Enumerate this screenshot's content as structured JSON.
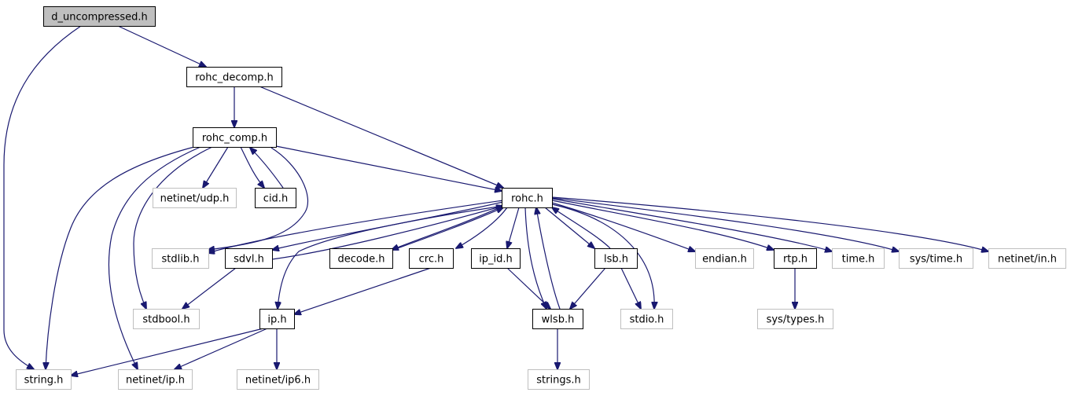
{
  "diagram": {
    "colors": {
      "edge": "#191970",
      "root_fill": "#bfbfbf",
      "node_border": "#000000",
      "external_border": "#bfbfbf",
      "background": "#ffffff"
    },
    "nodes": {
      "d_uncompressed": {
        "label": "d_uncompressed.h",
        "kind": "root"
      },
      "rohc_decomp": {
        "label": "rohc_decomp.h",
        "kind": "local"
      },
      "rohc_comp": {
        "label": "rohc_comp.h",
        "kind": "local"
      },
      "rohc": {
        "label": "rohc.h",
        "kind": "local"
      },
      "netinet_udp": {
        "label": "netinet/udp.h",
        "kind": "external"
      },
      "cid": {
        "label": "cid.h",
        "kind": "local"
      },
      "stdlib": {
        "label": "stdlib.h",
        "kind": "external"
      },
      "sdvl": {
        "label": "sdvl.h",
        "kind": "local"
      },
      "decode": {
        "label": "decode.h",
        "kind": "local"
      },
      "crc": {
        "label": "crc.h",
        "kind": "local"
      },
      "ip_id": {
        "label": "ip_id.h",
        "kind": "local"
      },
      "lsb": {
        "label": "lsb.h",
        "kind": "local"
      },
      "endian": {
        "label": "endian.h",
        "kind": "external"
      },
      "rtp": {
        "label": "rtp.h",
        "kind": "local"
      },
      "time": {
        "label": "time.h",
        "kind": "external"
      },
      "sys_time": {
        "label": "sys/time.h",
        "kind": "external"
      },
      "netinet_in": {
        "label": "netinet/in.h",
        "kind": "external"
      },
      "stdbool": {
        "label": "stdbool.h",
        "kind": "external"
      },
      "ip": {
        "label": "ip.h",
        "kind": "local"
      },
      "wlsb": {
        "label": "wlsb.h",
        "kind": "local"
      },
      "stdio": {
        "label": "stdio.h",
        "kind": "external"
      },
      "sys_types": {
        "label": "sys/types.h",
        "kind": "external"
      },
      "string": {
        "label": "string.h",
        "kind": "external"
      },
      "netinet_ip": {
        "label": "netinet/ip.h",
        "kind": "external"
      },
      "netinet_ip6": {
        "label": "netinet/ip6.h",
        "kind": "external"
      },
      "strings": {
        "label": "strings.h",
        "kind": "external"
      }
    },
    "edges": [
      {
        "from": "d_uncompressed",
        "to": "rohc_decomp"
      },
      {
        "from": "d_uncompressed",
        "to": "string"
      },
      {
        "from": "rohc_decomp",
        "to": "rohc_comp"
      },
      {
        "from": "rohc_decomp",
        "to": "rohc"
      },
      {
        "from": "rohc_comp",
        "to": "rohc"
      },
      {
        "from": "rohc_comp",
        "to": "netinet_udp"
      },
      {
        "from": "rohc_comp",
        "to": "cid"
      },
      {
        "from": "rohc_comp",
        "to": "stdlib"
      },
      {
        "from": "rohc_comp",
        "to": "stdbool"
      },
      {
        "from": "rohc_comp",
        "to": "string"
      },
      {
        "from": "rohc_comp",
        "to": "netinet_ip"
      },
      {
        "from": "cid",
        "to": "rohc_comp"
      },
      {
        "from": "rohc",
        "to": "stdlib"
      },
      {
        "from": "rohc",
        "to": "sdvl"
      },
      {
        "from": "rohc",
        "to": "decode"
      },
      {
        "from": "rohc",
        "to": "crc"
      },
      {
        "from": "rohc",
        "to": "ip_id"
      },
      {
        "from": "rohc",
        "to": "lsb"
      },
      {
        "from": "rohc",
        "to": "endian"
      },
      {
        "from": "rohc",
        "to": "rtp"
      },
      {
        "from": "rohc",
        "to": "time"
      },
      {
        "from": "rohc",
        "to": "sys_time"
      },
      {
        "from": "rohc",
        "to": "netinet_in"
      },
      {
        "from": "rohc",
        "to": "ip"
      },
      {
        "from": "rohc",
        "to": "wlsb"
      },
      {
        "from": "rohc",
        "to": "stdio"
      },
      {
        "from": "sdvl",
        "to": "rohc"
      },
      {
        "from": "sdvl",
        "to": "stdbool"
      },
      {
        "from": "decode",
        "to": "rohc"
      },
      {
        "from": "crc",
        "to": "ip"
      },
      {
        "from": "ip_id",
        "to": "wlsb"
      },
      {
        "from": "lsb",
        "to": "rohc"
      },
      {
        "from": "lsb",
        "to": "wlsb"
      },
      {
        "from": "lsb",
        "to": "stdio"
      },
      {
        "from": "wlsb",
        "to": "rohc"
      },
      {
        "from": "wlsb",
        "to": "strings"
      },
      {
        "from": "rtp",
        "to": "sys_types"
      },
      {
        "from": "ip",
        "to": "string"
      },
      {
        "from": "ip",
        "to": "netinet_ip"
      },
      {
        "from": "ip",
        "to": "netinet_ip6"
      }
    ]
  }
}
